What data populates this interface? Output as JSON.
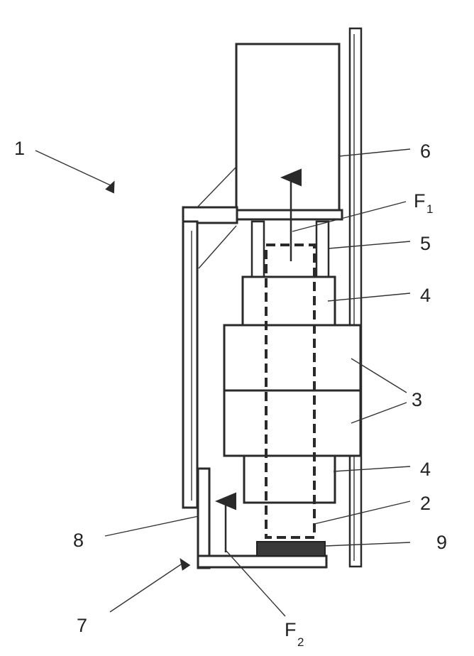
{
  "labels": {
    "device": "1",
    "pin": "2",
    "coil": "3",
    "spacer": "4",
    "top_plate": "5",
    "upper_body": "6",
    "lower_assembly": "7",
    "side_part": "8",
    "base_pad": "9",
    "force1_main": "F",
    "force1_sub": "1",
    "force2_main": "F",
    "force2_sub": "2"
  }
}
